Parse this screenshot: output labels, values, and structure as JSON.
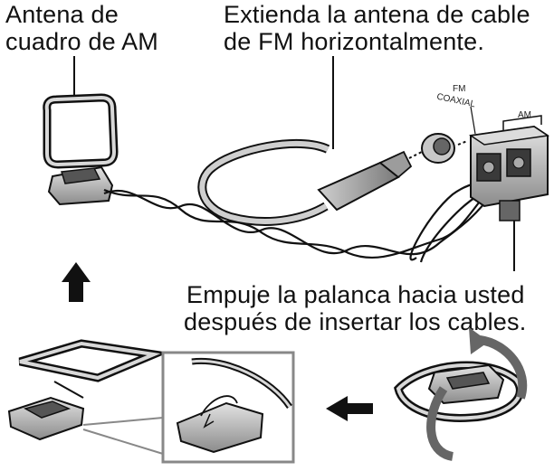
{
  "labels": {
    "am_antenna_line1": "Antena de",
    "am_antenna_line2": "cuadro de AM",
    "fm_cable_line1": "Extienda la antena de cable",
    "fm_cable_line2": "de FM horizontalmente.",
    "lever_line1": "Empuje la palanca hacia usted",
    "lever_line2": "después de insertar los cables.",
    "fm_coaxial_line1": "FM",
    "fm_coaxial_line2": "COAXIAL",
    "am_terminal": "AM"
  },
  "icons": {
    "up_arrow": "up-arrow-icon",
    "left_arrow": "left-arrow-icon",
    "rotate_arrow": "rotate-arrow-icon"
  },
  "colors": {
    "ink": "#111111",
    "metal": "#b9b9b9",
    "dark_metal": "#6f6f6f",
    "cable": "#9a9a9a",
    "frame": "#888888"
  }
}
